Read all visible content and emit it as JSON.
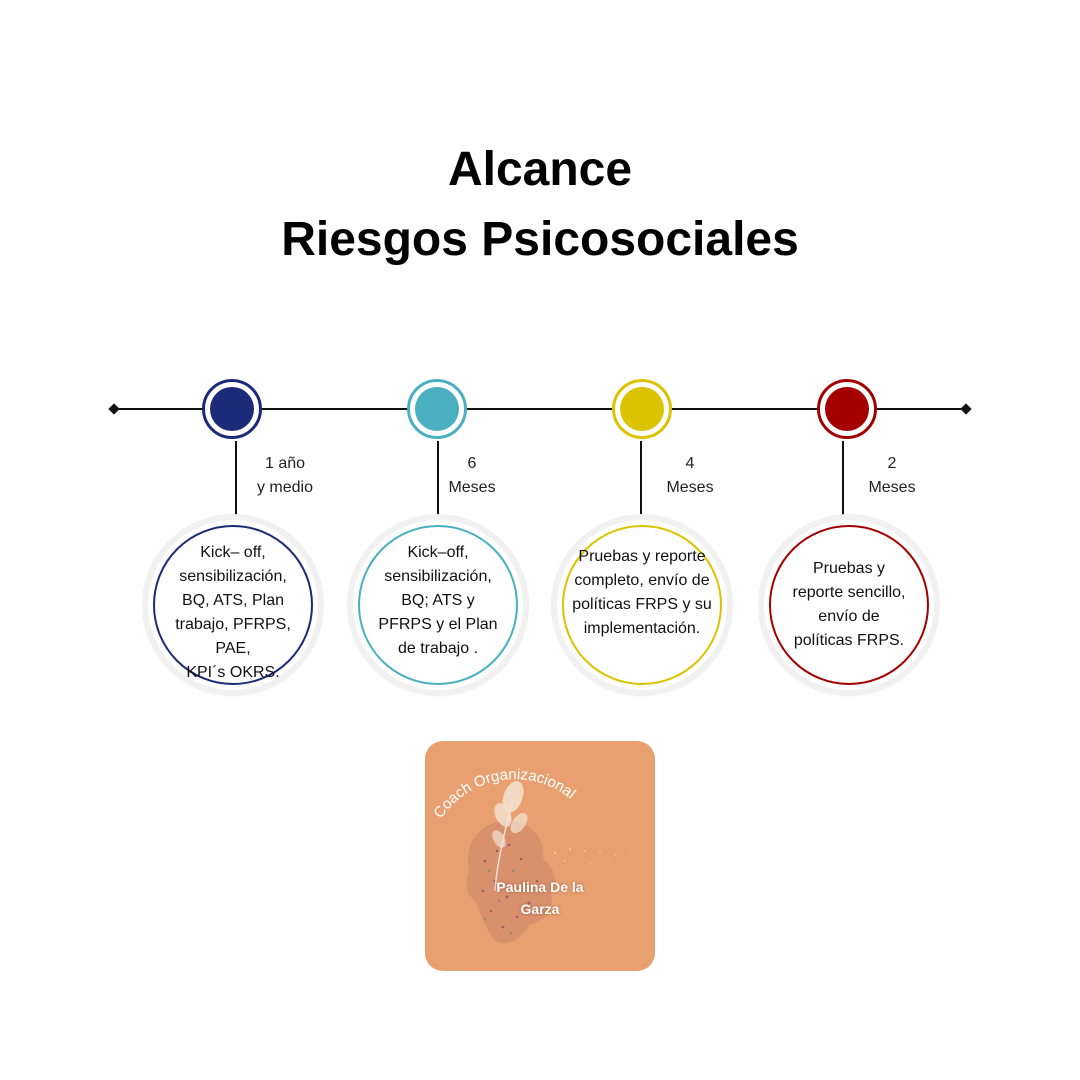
{
  "title": {
    "line1": "Alcance",
    "line2": "Riesgos Psicosociales"
  },
  "milestones": [
    {
      "period": "1 año\ny medio",
      "color": "#1b2b78",
      "text": "Kick– off,\nsensibilización,\nBQ,  ATS, Plan\ntrabajo,  PFRPS,\nPAE,\nKPI´s OKRS."
    },
    {
      "period": "6\nMeses",
      "color": "#4ab0c1",
      "text": "Kick–off,\nsensibilización,\nBQ;  ATS y\nPFRPS y el Plan\nde trabajo ."
    },
    {
      "period": "4\nMeses",
      "color": "#dcc300",
      "text": "Pruebas y reporte\ncompleto, envío de\npolíticas FRPS y su\nimplementación."
    },
    {
      "period": "2\nMeses",
      "color": "#a40000",
      "text": "Pruebas y\nreporte sencillo,\nenvío de\npolíticas FRPS."
    }
  ],
  "logo": {
    "arc_text": "Coach Organizacional",
    "name": "Paulina De la\nGarza",
    "background": "#e8a071"
  }
}
